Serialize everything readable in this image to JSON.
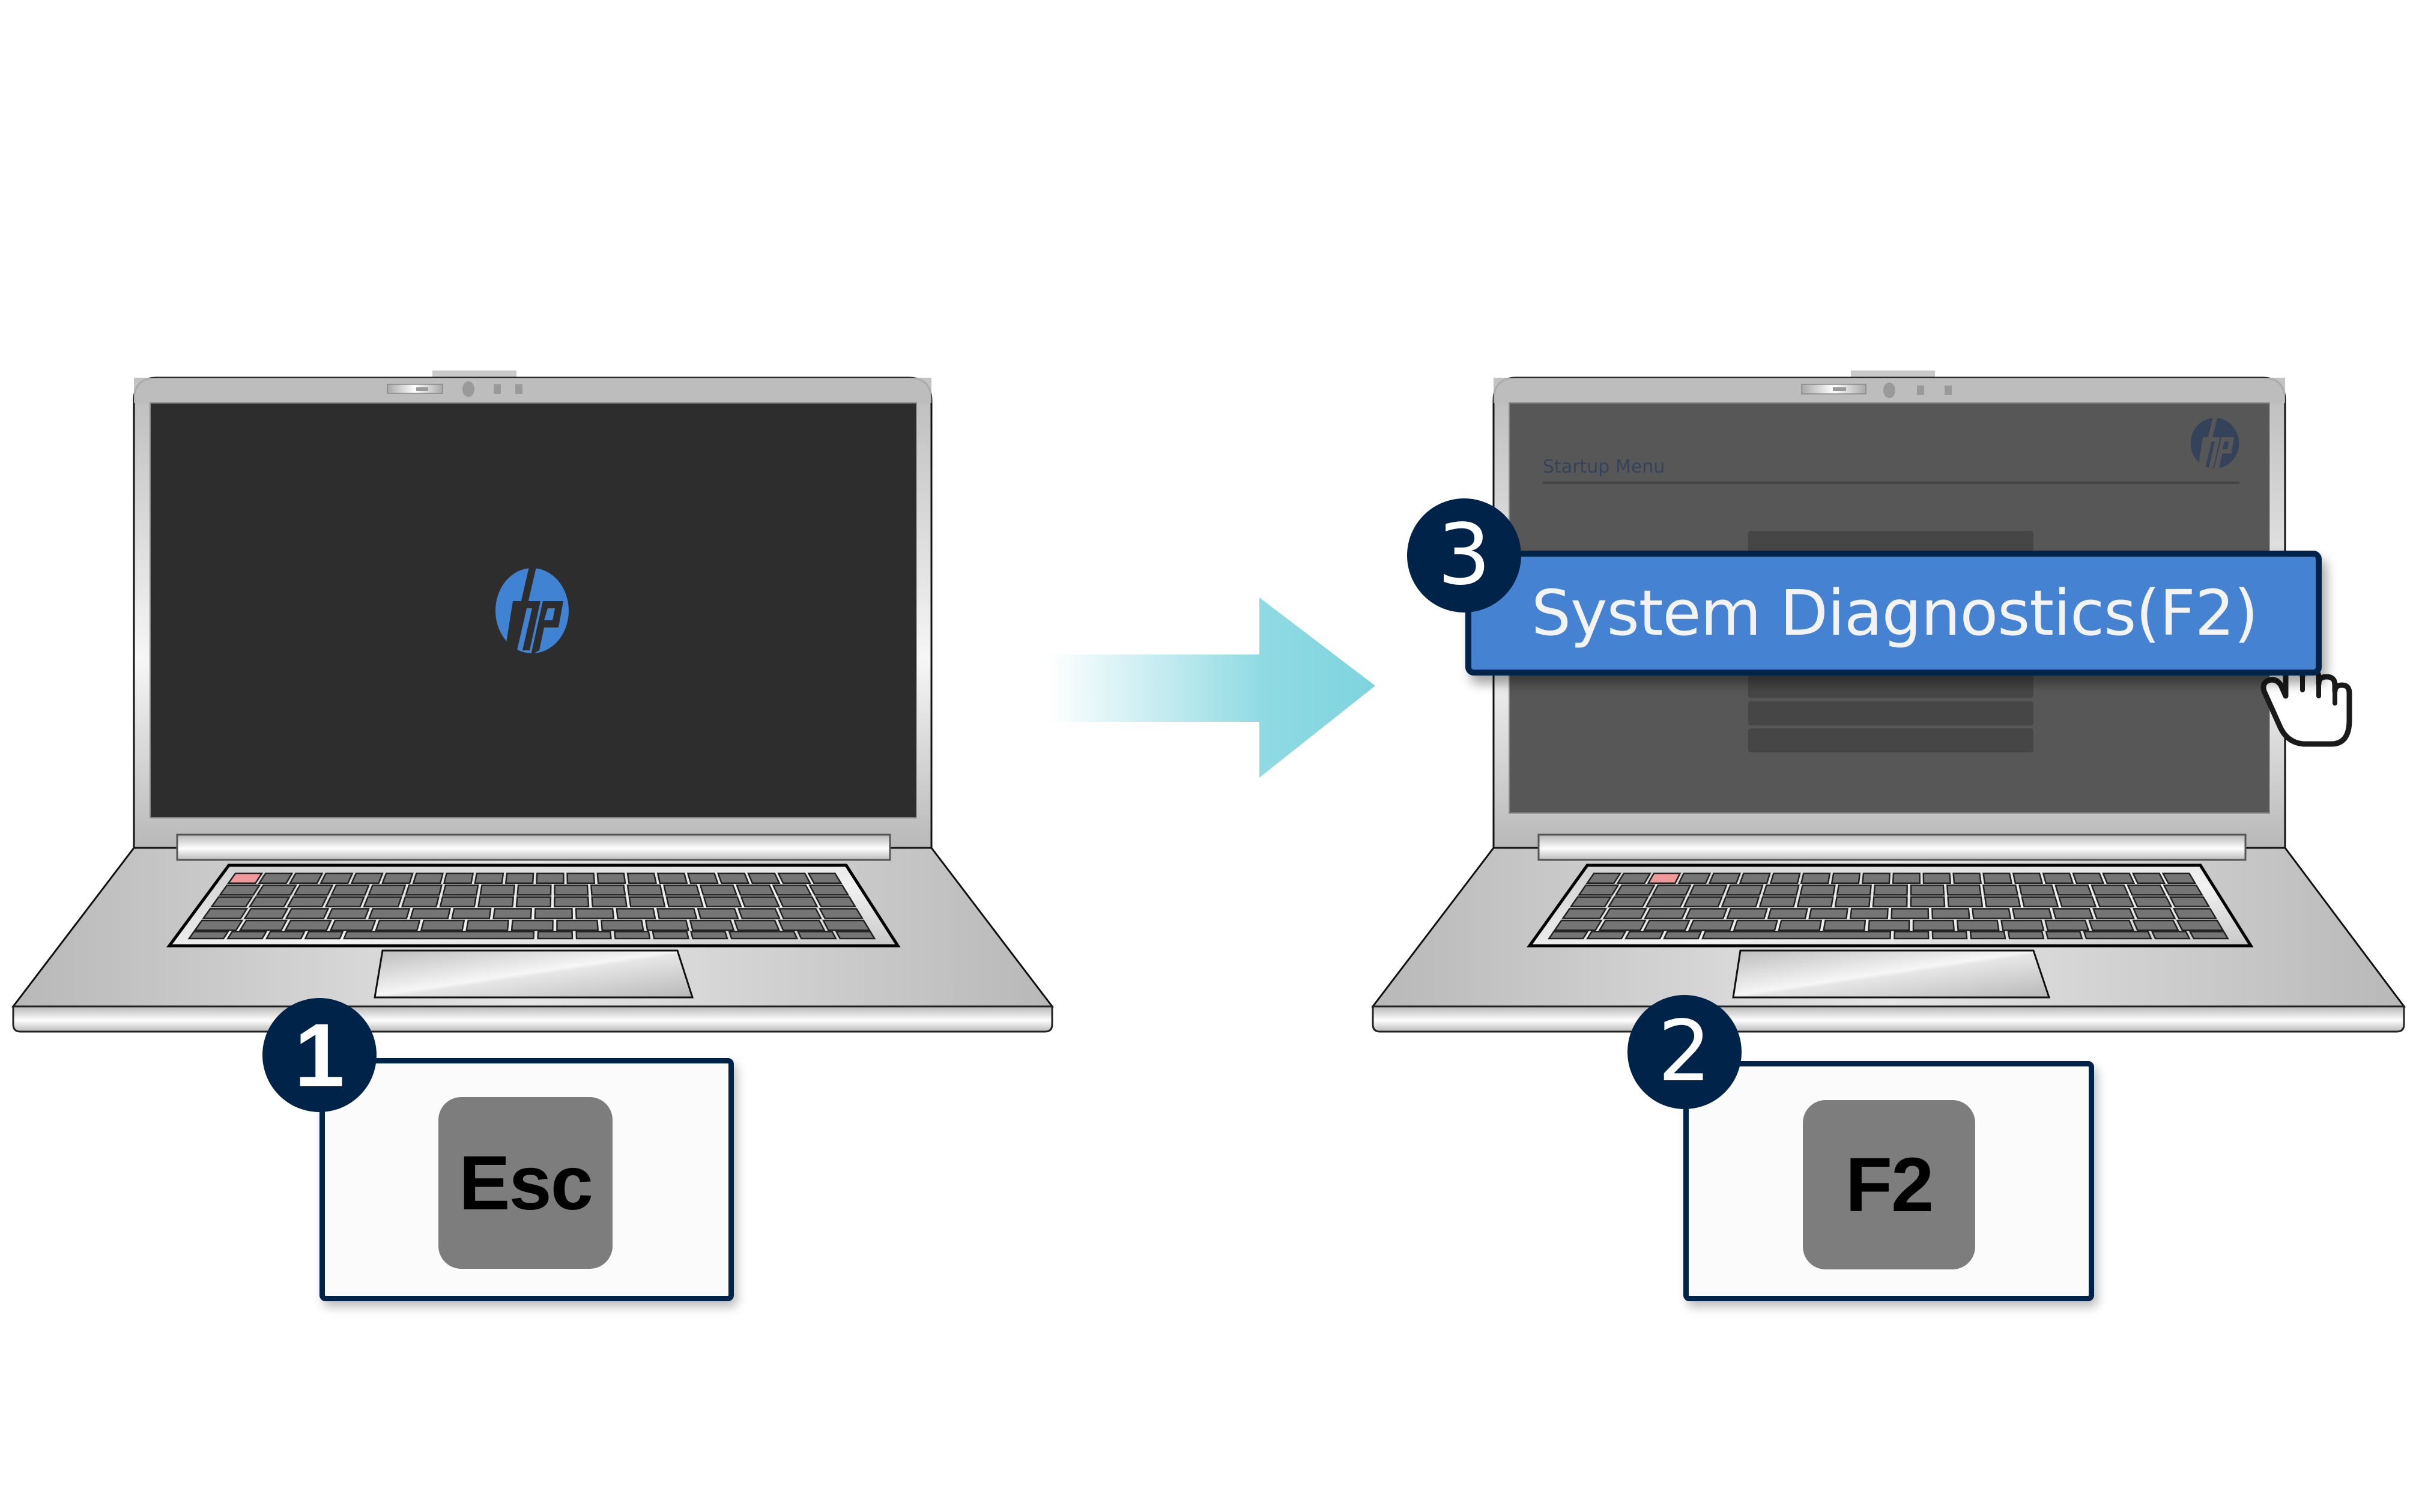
{
  "colors": {
    "background": "#ffffff",
    "badge_navy": "#002349",
    "hp_blue": "#4083d3",
    "hp_blue_dimmed": "#34435a",
    "highlight_blue": "#4682d2",
    "highlight_text": "#f3f3f3",
    "screen_off": "#2d2d2d",
    "screen_menu": "#575757",
    "menu_row": "#464646",
    "key_dark": "#757575",
    "key_highlight": "#f0999a",
    "arrow_cyan": "#7dd4de",
    "keycap_grey": "#7d7d7d"
  },
  "steps": [
    {
      "number": "1",
      "key_label": "Esc",
      "screen_state": "boot-logo",
      "highlighted_keyboard_key": "Esc"
    },
    {
      "number": "2",
      "key_label": "F2",
      "screen_state": "startup-menu",
      "highlighted_keyboard_key": "F2"
    },
    {
      "number": "3",
      "menu_item_label": "System Diagnostics(F2)"
    }
  ],
  "left_laptop": {
    "logo": "hp",
    "highlight_key_index": 0
  },
  "right_laptop": {
    "logo": "hp",
    "screen_title": "Startup Menu",
    "menu_rows_visible": 4,
    "selected_item": "System Diagnostics(F2)",
    "highlight_key_index": 2
  },
  "icons": {
    "transition_arrow": "arrow-right-icon",
    "cursor": "pointing-hand-icon",
    "logo": "hp-logo-icon"
  }
}
